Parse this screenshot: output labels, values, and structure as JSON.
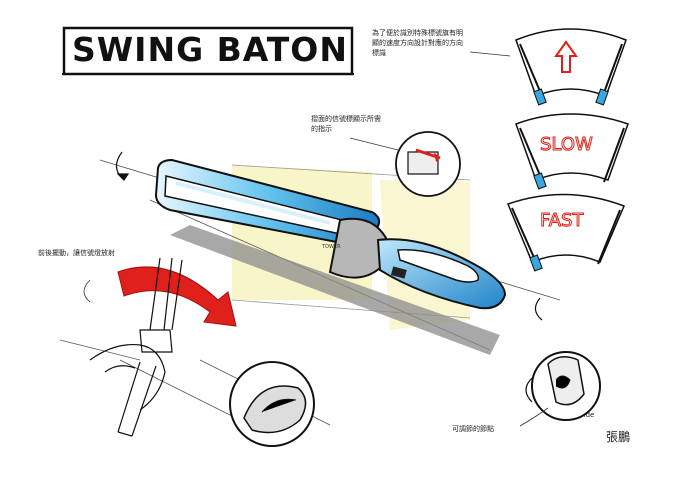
{
  "title": "SWING BATON",
  "panel_words": [
    "SLOW",
    "FAST"
  ],
  "device_mark": "TOWER",
  "label_top_right": "為了便於識別特殊標號旗有明顯的速度方向設計對應的方向標識",
  "label_indicator": "摺面的信號標顯示所需的指示",
  "label_swing": "前後擺動，讓信號燈放射",
  "label_bottom": "可調節的節點",
  "side_label": "side",
  "signature": "張鵬",
  "colors": {
    "accent_red": "#e0201a",
    "device_blue": "#36a9e0",
    "highlight_yellow": "#f3ec9a",
    "ink": "#111111"
  }
}
